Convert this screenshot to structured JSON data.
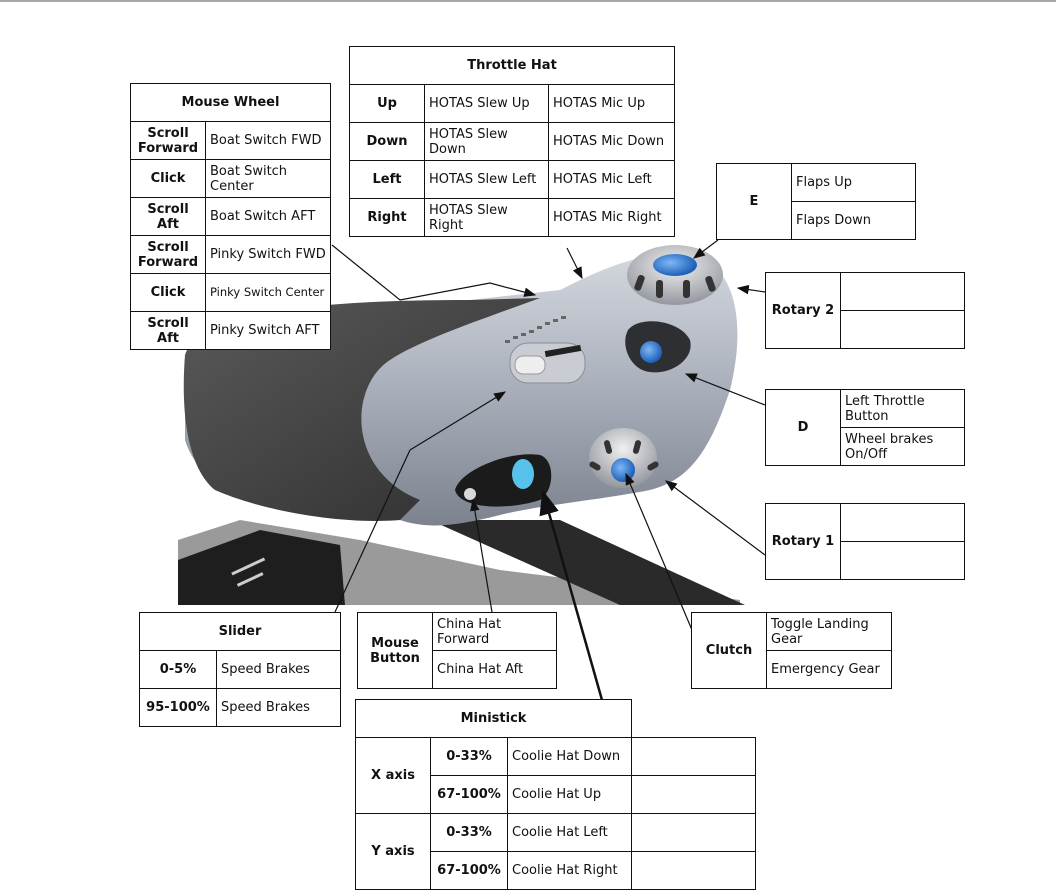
{
  "diagram_title": "Throttle control mapping",
  "colors": {
    "line": "#111111",
    "grip_silver": "#a9afba",
    "grip_dark": "#3f3f3f",
    "button_blue": "#2f7fdc",
    "hat_cyan": "#58c3ea"
  },
  "mouse_wheel": {
    "title": "Mouse Wheel",
    "rows": [
      {
        "input": "Scroll Forward",
        "action": "Boat Switch FWD"
      },
      {
        "input": "Click",
        "action": "Boat Switch Center"
      },
      {
        "input": "Scroll Aft",
        "action": "Boat Switch AFT"
      },
      {
        "input": "Scroll Forward",
        "action": "Pinky Switch FWD"
      },
      {
        "input": "Click",
        "action": "Pinky Switch Center"
      },
      {
        "input": "Scroll Aft",
        "action": "Pinky Switch AFT"
      }
    ]
  },
  "throttle_hat": {
    "title": "Throttle Hat",
    "rows": [
      {
        "dir": "Up",
        "a": "HOTAS Slew Up",
        "b": "HOTAS Mic Up"
      },
      {
        "dir": "Down",
        "a": "HOTAS Slew Down",
        "b": "HOTAS Mic Down"
      },
      {
        "dir": "Left",
        "a": "HOTAS Slew Left",
        "b": "HOTAS Mic Left"
      },
      {
        "dir": "Right",
        "a": "HOTAS Slew Right",
        "b": "HOTAS Mic Right"
      }
    ]
  },
  "e_button": {
    "label": "E",
    "actions": [
      "Flaps Up",
      "Flaps Down"
    ]
  },
  "rotary2": {
    "label": "Rotary 2",
    "actions": [
      "",
      ""
    ]
  },
  "d_button": {
    "label": "D",
    "actions": [
      "Left Throttle Button",
      "Wheel brakes On/Off"
    ]
  },
  "rotary1": {
    "label": "Rotary 1",
    "actions": [
      "",
      ""
    ]
  },
  "clutch": {
    "label": "Clutch",
    "actions": [
      "Toggle Landing Gear",
      "Emergency Gear"
    ]
  },
  "mouse_button": {
    "label": "Mouse Button",
    "actions": [
      "China Hat Forward",
      "China Hat Aft"
    ]
  },
  "slider": {
    "title": "Slider",
    "rows": [
      {
        "range": "0-5%",
        "action": "Speed Brakes"
      },
      {
        "range": "95-100%",
        "action": "Speed Brakes"
      }
    ]
  },
  "ministick": {
    "title": "Ministick",
    "axes": [
      {
        "axis": "X axis",
        "rows": [
          {
            "range": "0-33%",
            "action": "Coolie Hat Down",
            "extra": ""
          },
          {
            "range": "67-100%",
            "action": "Coolie Hat Up",
            "extra": ""
          }
        ]
      },
      {
        "axis": "Y axis",
        "rows": [
          {
            "range": "0-33%",
            "action": "Coolie Hat Left",
            "extra": ""
          },
          {
            "range": "67-100%",
            "action": "Coolie Hat Right",
            "extra": ""
          }
        ]
      }
    ]
  }
}
